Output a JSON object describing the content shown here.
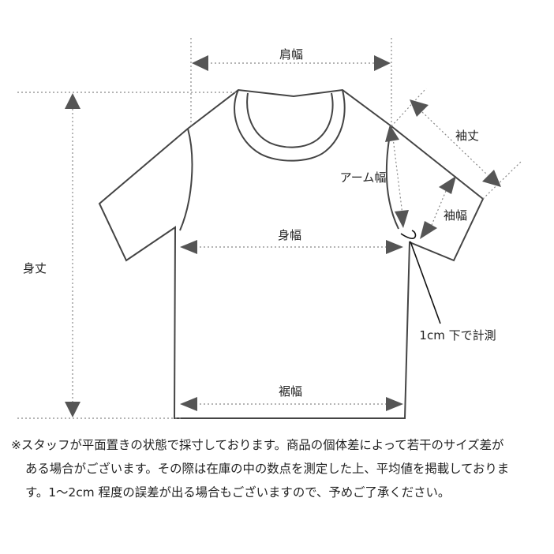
{
  "labels": {
    "shoulder_width": "肩幅",
    "body_length": "身丈",
    "sleeve_length": "袖丈",
    "armhole_width": "アーム幅",
    "sleeve_width": "袖幅",
    "chest_width": "身幅",
    "hem_width": "裾幅",
    "measure_note": "1cm 下で計測"
  },
  "note": {
    "line1": "※スタッフが平面置きの状態で採寸しております。商品の個体差によって若干のサイズ差が",
    "line2": "ある場合がございます。その際は在庫の中の数点を測定した上、平均値を掲載しておりま",
    "line3": "す。1～2cm 程度の誤差が出る場合もございますので、予めご了承ください。"
  },
  "colors": {
    "line": "#444444",
    "arrow": "#555555",
    "guide": "#888888"
  }
}
